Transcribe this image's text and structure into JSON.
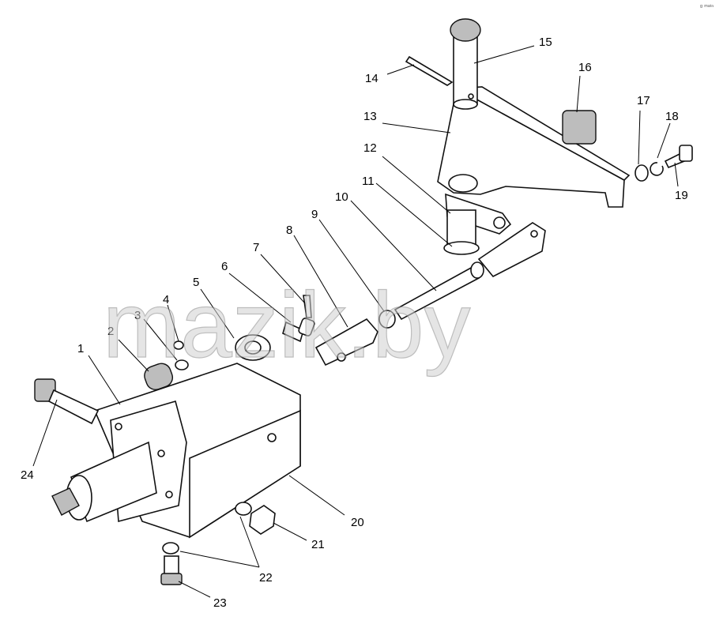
{
  "watermark": "mazik.by",
  "corner_tag": "ᵍ ᵐᵃⁱⁿ",
  "callouts": [
    "1",
    "2",
    "3",
    "4",
    "5",
    "6",
    "7",
    "8",
    "9",
    "10",
    "11",
    "12",
    "13",
    "14",
    "15",
    "16",
    "17",
    "18",
    "19",
    "20",
    "21",
    "22",
    "23",
    "24"
  ]
}
